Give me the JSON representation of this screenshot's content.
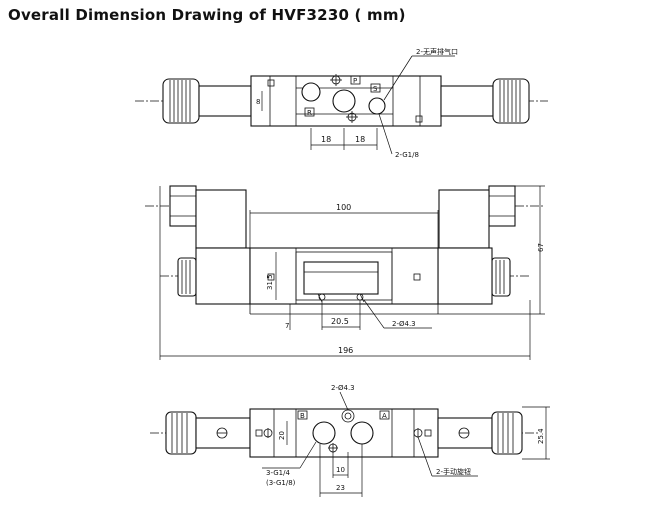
{
  "title": "Overall Dimension Drawing of HVF3230 ( mm)",
  "top_view": {
    "exhaust_label": "2-无声排气口",
    "port_label": "2-G1/8",
    "dim_height": "8",
    "dim_left": "18",
    "dim_right": "18",
    "port_p": "P",
    "port_r": "R",
    "port_s": "S"
  },
  "front_view": {
    "dim_100": "100",
    "dim_67": "67",
    "dim_31_5": "31.5",
    "dim_7": "7",
    "dim_20_5": "20.5",
    "mount_label": "2-Ø4.3",
    "dim_196": "196"
  },
  "bottom_view": {
    "mount_label": "2-Ø4.3",
    "dim_20": "20",
    "dim_25_4": "25.4",
    "port_b": "B",
    "port_a": "A",
    "port_label_1": "3-G1/4",
    "port_label_2": "(3-G1/8)",
    "dim_10": "10",
    "dim_23": "23",
    "manual_label": "2-手动旋钮"
  }
}
